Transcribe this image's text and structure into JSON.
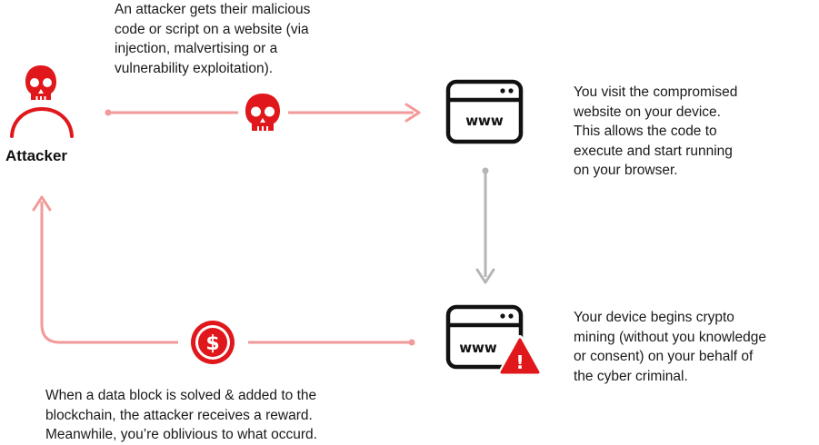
{
  "labels": {
    "attacker": "Attacker"
  },
  "steps": {
    "infect": "An attacker gets their malicious\ncode or script on a website (via\ninjection, malvertising or a\nvulnerability exploitation).",
    "visit": "You visit the compromised\nwebsite on your device.\nThis allows the code to\nexecute and start running\non your browser.",
    "mine": "Your device begins crypto\nmining (without you knowledge\nor consent) on your behalf of\nthe cyber criminal.",
    "reward": "When a data block is solved & added to the\nblockchain, the attacker receives a reward.\nMeanwhile, you’re oblivious to what occurd."
  },
  "icons": {
    "attacker": "skull-person-icon",
    "payload": "skull-icon",
    "website": "www-browser-icon",
    "compromised_website": "www-browser-warning-icon",
    "reward": "dollar-coin-icon"
  },
  "browser_text": {
    "top": "www",
    "bottom": "www"
  },
  "coin_symbol": "$",
  "warning_symbol": "!",
  "colors": {
    "red": "#e0171b",
    "pink_arrow": "#f29a9a",
    "gray_arrow": "#b5b5b5",
    "text": "#1a1a1a"
  }
}
